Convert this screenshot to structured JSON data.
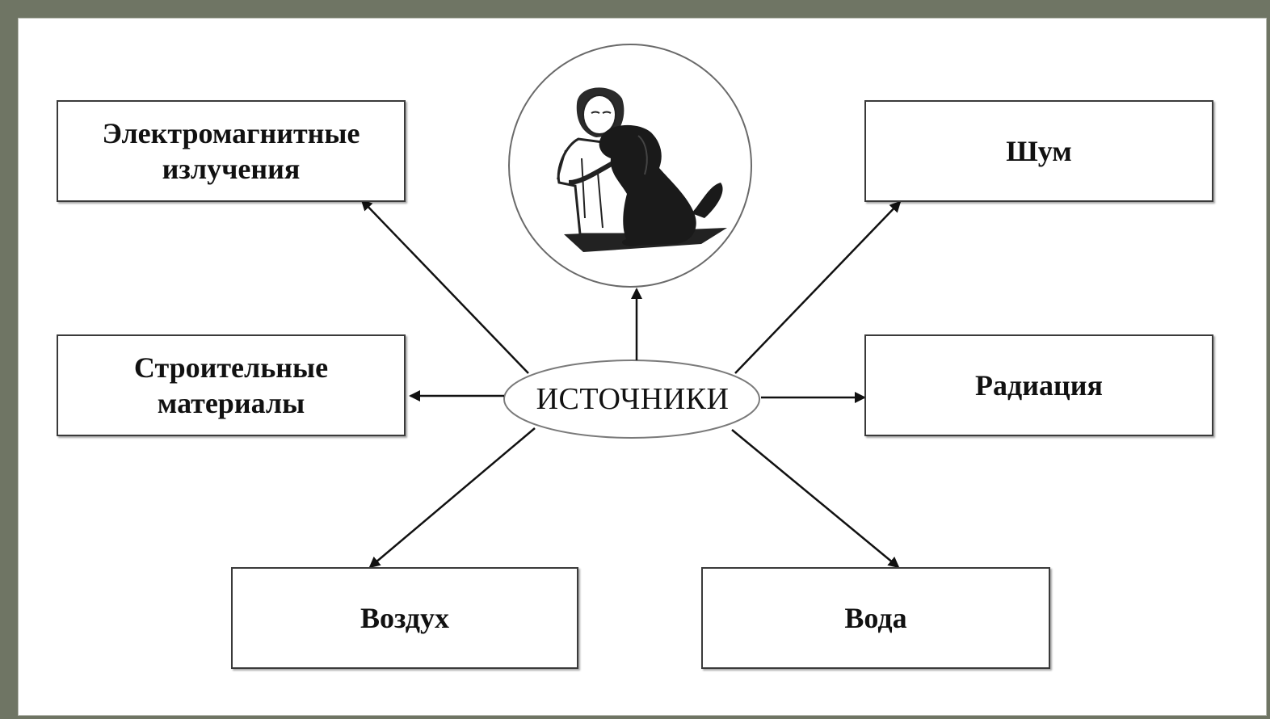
{
  "center": {
    "label": "ИСТОЧНИКИ",
    "picture": "woman-hugging-dog-icon"
  },
  "sources": {
    "electromagnetic": [
      "Электромагнитные",
      "излучения"
    ],
    "noise": "Шум",
    "building_materials": [
      "Строительные",
      "материалы"
    ],
    "radiation": "Радиация",
    "air": "Воздух",
    "water": "Вода"
  },
  "colors": {
    "background": "#6f7564",
    "canvas": "#ffffff",
    "line": "#111111"
  }
}
